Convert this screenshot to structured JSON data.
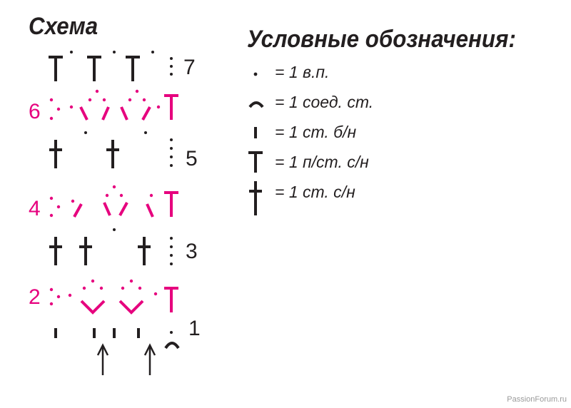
{
  "schema": {
    "title": "Схема",
    "rows": [
      "1",
      "2",
      "3",
      "4",
      "5",
      "6",
      "7"
    ]
  },
  "legend": {
    "title": "Условные обозначения:",
    "items": [
      {
        "icon": "chain-dot-icon",
        "text": "= 1 в.п."
      },
      {
        "icon": "slip-stitch-arc-icon",
        "text": "= 1 соед. ст."
      },
      {
        "icon": "single-crochet-icon",
        "text": "= 1 ст. б/н"
      },
      {
        "icon": "half-double-crochet-icon",
        "text": "= 1 п/ст. с/н"
      },
      {
        "icon": "double-crochet-icon",
        "text": "= 1 ст. с/н"
      }
    ]
  },
  "colors": {
    "main": "#231f20",
    "accent": "#e6007e"
  },
  "watermark": "PassionForum.ru"
}
